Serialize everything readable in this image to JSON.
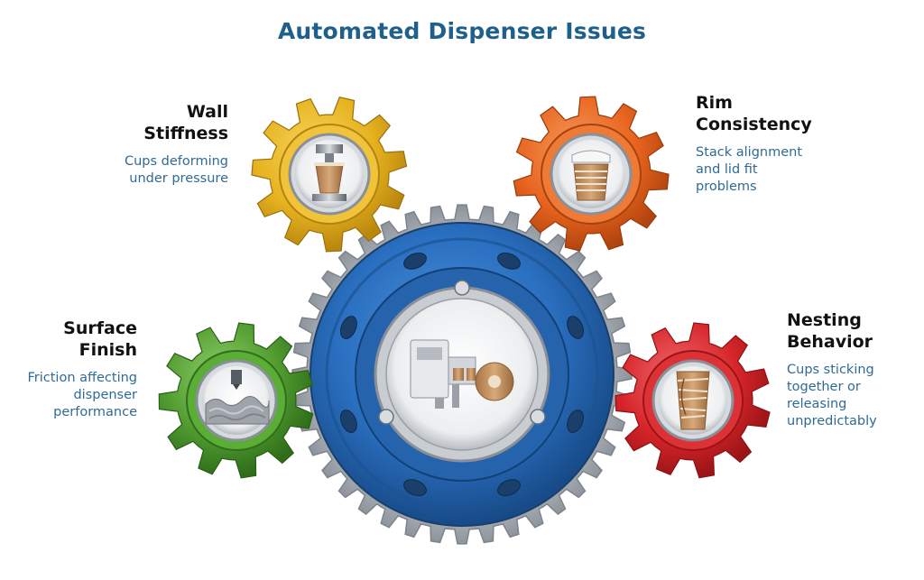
{
  "title": "Automated Dispenser Issues",
  "colors": {
    "title": "#1f5f8b",
    "heading": "#111111",
    "description": "#2f6b96",
    "gear_yellow": "#e6b21f",
    "gear_orange": "#e8641f",
    "gear_green": "#4f9a2f",
    "gear_red": "#d6252a",
    "gear_blue": "#2a6fc0",
    "gear_steel": "#b9bec5"
  },
  "issues": [
    {
      "id": "wall-stiffness",
      "heading": [
        "Wall",
        "Stiffness"
      ],
      "description": [
        "Cups deforming",
        "under pressure"
      ],
      "gear_color": "yellow",
      "icon": "cup-press-icon"
    },
    {
      "id": "rim-consistency",
      "heading": [
        "Rim",
        "Consistency"
      ],
      "description": [
        "Stack alignment",
        "and lid fit",
        "problems"
      ],
      "gear_color": "orange",
      "icon": "cup-stack-lid-icon"
    },
    {
      "id": "surface-finish",
      "heading": [
        "Surface",
        "Finish"
      ],
      "description": [
        "Friction affecting",
        "dispenser",
        "performance"
      ],
      "gear_color": "green",
      "icon": "surface-texture-icon"
    },
    {
      "id": "nesting-behavior",
      "heading": [
        "Nesting",
        "Behavior"
      ],
      "description": [
        "Cups sticking",
        "together or",
        "releasing",
        "unpredictably"
      ],
      "gear_color": "red",
      "icon": "nested-cups-icon"
    }
  ],
  "center": {
    "gear_color": "blue",
    "icon": "cup-machine-icon"
  }
}
